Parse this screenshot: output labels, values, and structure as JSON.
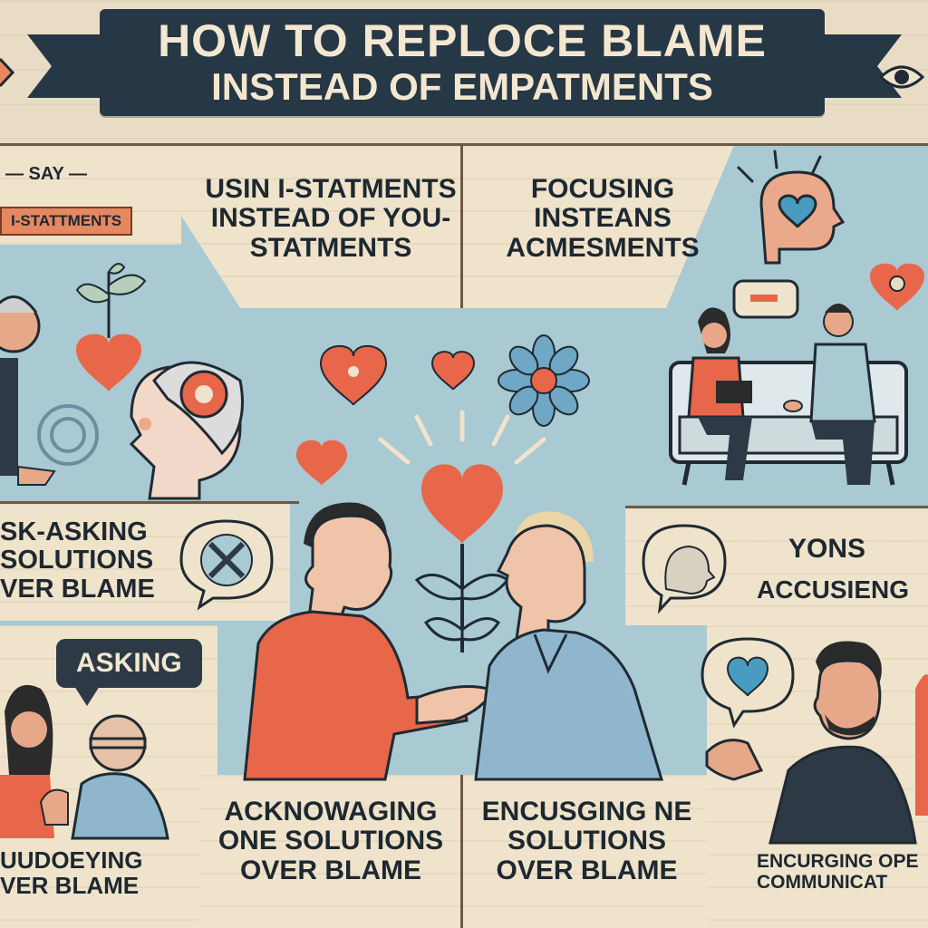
{
  "title": {
    "main": "HOW TO REPLOCE BLAME",
    "sub": "INSTEAD OF EMPATMENTS"
  },
  "panels": {
    "top_left_say": "— SAY —",
    "top_left_tag": "I-STATTMENTS",
    "top_center": "USIN I-STATMENTS INSTEAD OF YOU-STATMENTS",
    "top_right": "FOCUSING INSTEANS ACMESMENTS",
    "mid_left": "SK-ASKING SOLUTIONS VER BLAME",
    "mid_right_1": "YONS",
    "mid_right_2": "ACCUSIENG",
    "bubble": "ASKING",
    "bottom_left": "UUDOEYING VER BLAME",
    "bottom_center_left": "ACKNOWAGING ONE SOLUTIONS OVER BLAME",
    "bottom_center_right": "ENCUSGING NE SOLUTIONS OVER BLAME",
    "bottom_right": "ENCURGING OPE COMMUNICAT"
  },
  "colors": {
    "navy": "#263746",
    "coral": "#e8664a",
    "blue": "#a9c9d3",
    "cream": "#efe3cb"
  },
  "icons": [
    "heart-icon",
    "flower-icon",
    "eye-icon",
    "sprout-icon",
    "speech-bubble-icon",
    "head-profile-icon"
  ]
}
